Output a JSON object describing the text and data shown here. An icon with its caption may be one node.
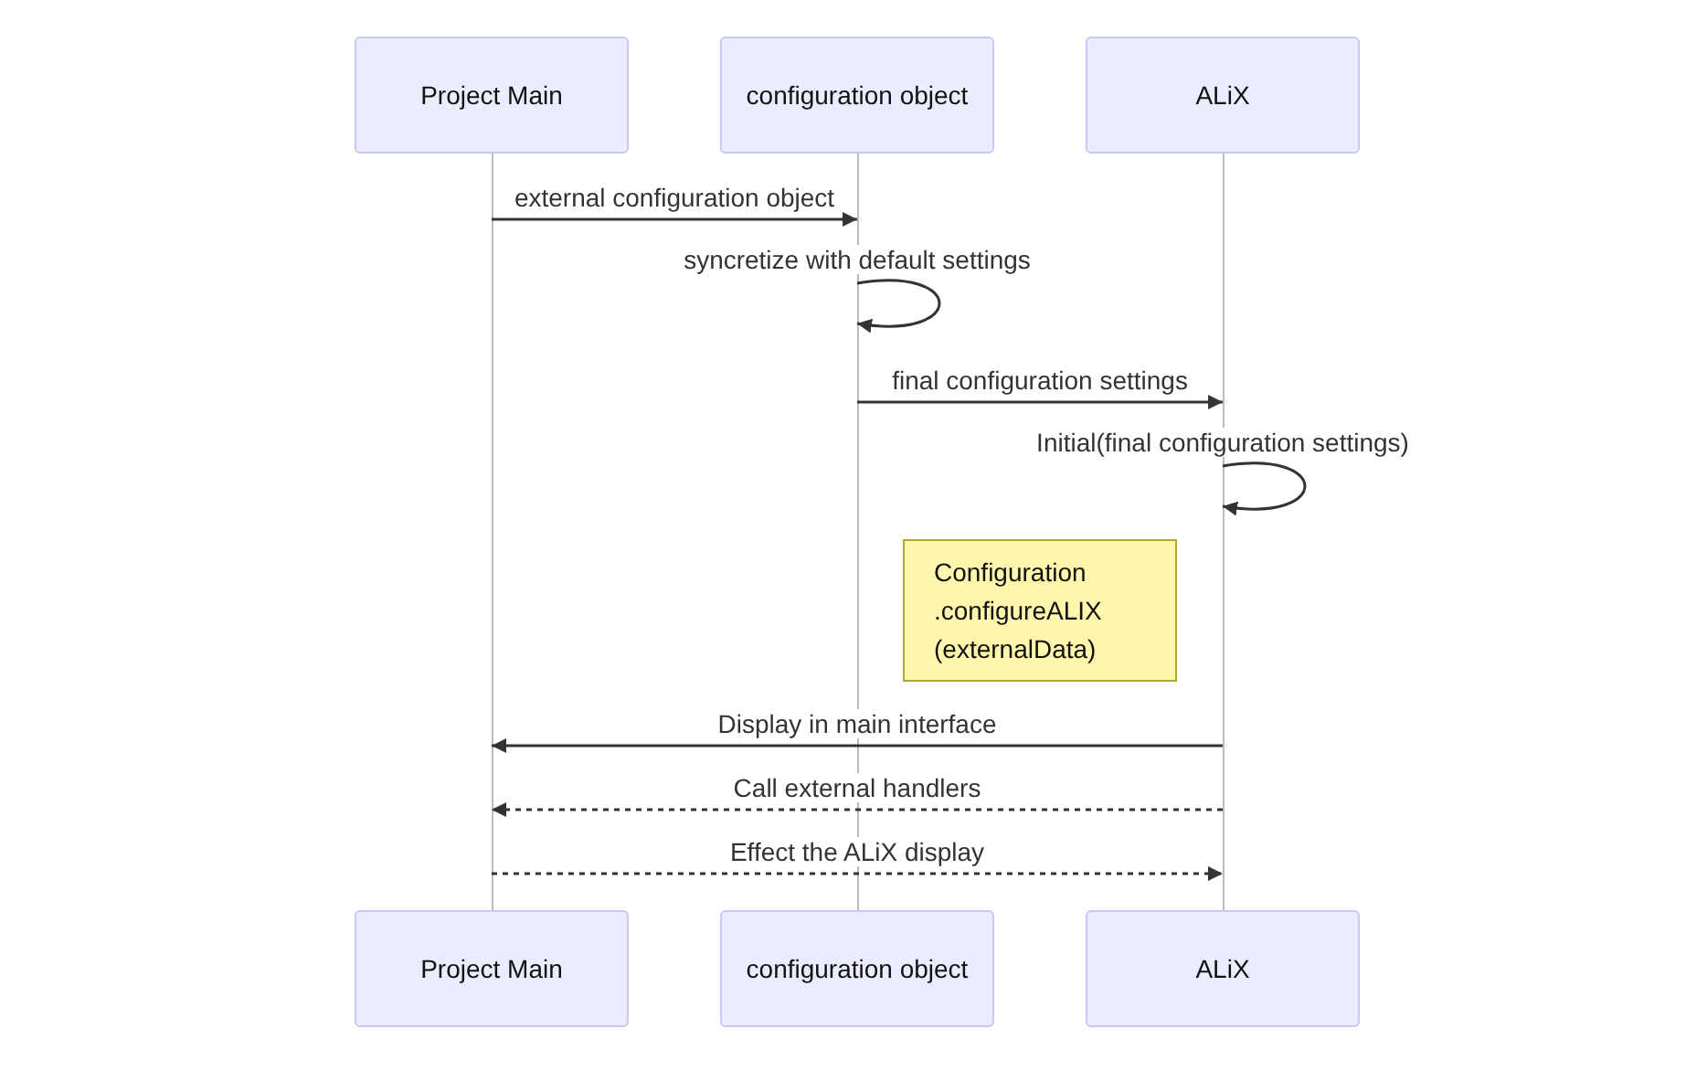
{
  "diagram": {
    "nodes": [
      {
        "text": [
          "Project Main"
        ]
      },
      {
        "text": [
          "configuration object"
        ]
      },
      {
        "text": [
          "ALiX"
        ]
      },
      {
        "text": [],
        "shape": "line"
      },
      {
        "text": [],
        "shape": "line"
      },
      {
        "text": [],
        "shape": "line"
      },
      {
        "text": [
          "Configuration .configureALIX(externalData)"
        ]
      },
      {
        "text": [
          "Project Main"
        ]
      },
      {
        "text": [
          "configuration object"
        ]
      },
      {
        "text": [
          "ALiX"
        ]
      }
    ],
    "edges": [
      {
        "from": 3,
        "to": 4,
        "arrow": "to",
        "label": "external configuration object"
      },
      {
        "from": 4,
        "to": 4,
        "arrow": "to",
        "label": "syncretize with default settings"
      },
      {
        "from": 4,
        "to": 5,
        "arrow": "to",
        "label": "final configuration settings"
      },
      {
        "from": 5,
        "to": 5,
        "arrow": "to",
        "label": "Initial(final configuration settings)"
      },
      {
        "from": 5,
        "to": 3,
        "arrow": "to",
        "label": "Display in main interface"
      },
      {
        "from": 5,
        "to": 3,
        "arrow": "to",
        "label": "Call external handlers",
        "style": "dashed"
      },
      {
        "from": 3,
        "to": 5,
        "arrow": "to",
        "label": "Effect the ALiX display",
        "style": "dashed"
      }
    ]
  }
}
